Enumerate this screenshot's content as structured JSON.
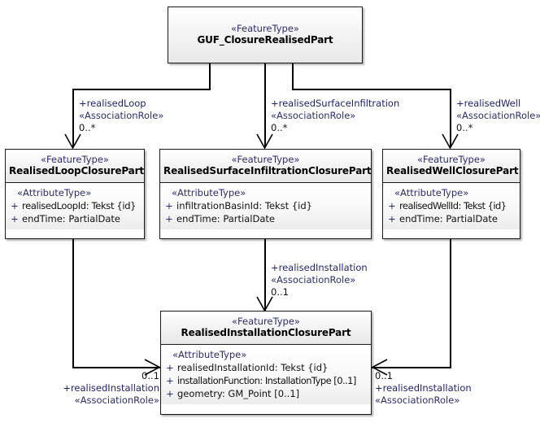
{
  "diagram": {
    "type": "uml-class-diagram",
    "title": "GUF_ClosureRealisedPart feature type associations",
    "colors": {
      "line": "#000000",
      "class_border": "#1a1a1a",
      "header_fill": "#f0f0f0",
      "body_fill": "#f5f5f5",
      "stereotype_text": "#2d2d6e",
      "role_text": "#1f1f6b",
      "background": "#ffffff"
    }
  },
  "classes": {
    "root": {
      "stereotype": "«FeatureType»",
      "name": "GUF_ClosureRealisedPart",
      "attribute_stereotype": "",
      "attributes": []
    },
    "loop": {
      "stereotype": "«FeatureType»",
      "name": "RealisedLoopClosurePart",
      "attribute_stereotype": "«AttributeType»",
      "attributes": [
        {
          "visibility": "+",
          "text": "realisedLoopId: Tekst {id}"
        },
        {
          "visibility": "+",
          "text": "endTime: PartialDate"
        }
      ]
    },
    "surface_infiltration": {
      "stereotype": "«FeatureType»",
      "name": "RealisedSurfaceInfiltrationClosurePart",
      "attribute_stereotype": "«AttributeType»",
      "attributes": [
        {
          "visibility": "+",
          "text": "infiltrationBasinId: Tekst {id}"
        },
        {
          "visibility": "+",
          "text": "endTime: PartialDate"
        }
      ]
    },
    "well": {
      "stereotype": "«FeatureType»",
      "name": "RealisedWellClosurePart",
      "attribute_stereotype": "«AttributeType»",
      "attributes": [
        {
          "visibility": "+",
          "text": "realisedWellId: Tekst {id}"
        },
        {
          "visibility": "+",
          "text": "endTime: PartialDate"
        }
      ]
    },
    "installation": {
      "stereotype": "«FeatureType»",
      "name": "RealisedInstallationClosurePart",
      "attribute_stereotype": "«AttributeType»",
      "attributes": [
        {
          "visibility": "+",
          "text": "realisedInstallationId: Tekst {id}"
        },
        {
          "visibility": "+",
          "text": "installationFunction: InstallationType [0..1]"
        },
        {
          "visibility": "+",
          "text": "geometry: GM_Point [0..1]"
        }
      ]
    }
  },
  "associations": {
    "loop": {
      "role": "+realisedLoop",
      "stereotype": "«AssociationRole»",
      "multiplicity": "0..*"
    },
    "surface_infiltration": {
      "role": "+realisedSurfaceInfiltration",
      "stereotype": "«AssociationRole»",
      "multiplicity": "0..*"
    },
    "well": {
      "role": "+realisedWell",
      "stereotype": "«AssociationRole»",
      "multiplicity": "0..*"
    },
    "installation_from_surface": {
      "role": "+realisedInstallation",
      "stereotype": "«AssociationRole»",
      "multiplicity": "0..1"
    },
    "installation_from_loop": {
      "role": "+realisedInstallation",
      "stereotype": "«AssociationRole»",
      "multiplicity": "0..1"
    },
    "installation_from_well": {
      "role": "+realisedInstallation",
      "stereotype": "«AssociationRole»",
      "multiplicity": "0..1"
    }
  }
}
